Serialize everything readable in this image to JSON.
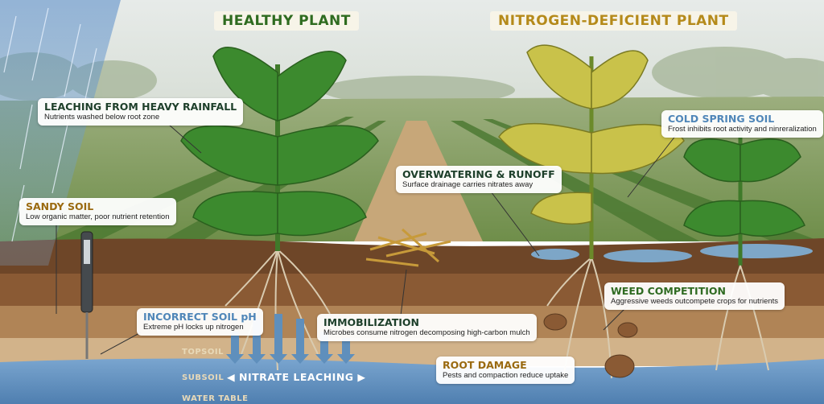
{
  "titles": {
    "healthy": "HEALTHY PLANT",
    "deficient": "NITROGEN-DEFICIENT PLANT"
  },
  "callouts": {
    "leaching": {
      "heading": "LEACHING FROM HEAVY RAINFALL",
      "sub": "Nutrients washed below root zone"
    },
    "sandy": {
      "heading": "SANDY SOIL",
      "sub": "Low organic matter, poor nutrient retention"
    },
    "ph": {
      "heading": "INCORRECT SOIL pH",
      "sub": "Extreme pH locks up nitrogen"
    },
    "overwatering": {
      "heading": "OVERWATERING & RUNOFF",
      "sub": "Surface drainage carries nitrates away"
    },
    "immobilization": {
      "heading": "IMMOBILIZATION",
      "sub": "Microbes consume nitrogen decomposing high-carbon mulch"
    },
    "cold": {
      "heading": "COLD SPRING SOIL",
      "sub": "Frost inhibits root activity and ninreralization"
    },
    "weed": {
      "heading": "WEED COMPETITION",
      "sub": "Aggressive weeds outcompete crops for nutrients"
    },
    "root": {
      "heading": "ROOT DAMAGE",
      "sub": "Pests and compaction reduce uptake"
    }
  },
  "layers": {
    "topsoil": "TOPSOIL",
    "subsoil": "SUBSOIL",
    "water_table": "WATER TABLE"
  },
  "leaching_label": "NITRATE LEACHING",
  "colors": {
    "healthy_title": "#2e6b1f",
    "deficient_title": "#b58a1a",
    "blue_heading": "#4f86b8",
    "water": "#5f8fbc",
    "topsoil": "#8a5a34",
    "sky": "#dfe5e3"
  }
}
